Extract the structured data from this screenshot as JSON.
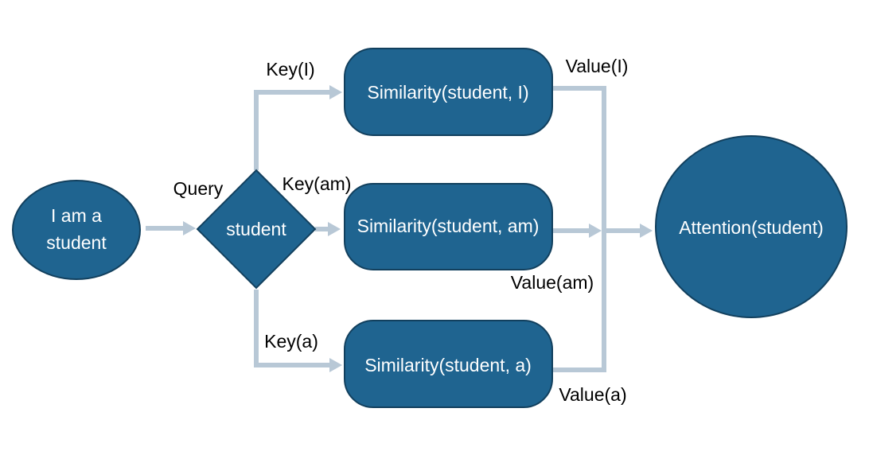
{
  "nodes": {
    "input": {
      "line1": "I am a",
      "line2": "student"
    },
    "query": {
      "label": "student"
    },
    "sim_i": {
      "label": "Similarity(student, I)"
    },
    "sim_am": {
      "label": "Similarity(student, am)"
    },
    "sim_a": {
      "label": "Similarity(student, a)"
    },
    "attention": {
      "label": "Attention(student)"
    }
  },
  "edge_labels": {
    "query": "Query",
    "key_i": "Key(I)",
    "key_am": "Key(am)",
    "key_a": "Key(a)",
    "value_i": "Value(I)",
    "value_am": "Value(am)",
    "value_a": "Value(a)"
  },
  "colors": {
    "node_fill": "#1f6490",
    "node_stroke": "#12405e",
    "connector": "#b8c8d6",
    "label_text": "#000000",
    "node_text": "#ffffff"
  }
}
